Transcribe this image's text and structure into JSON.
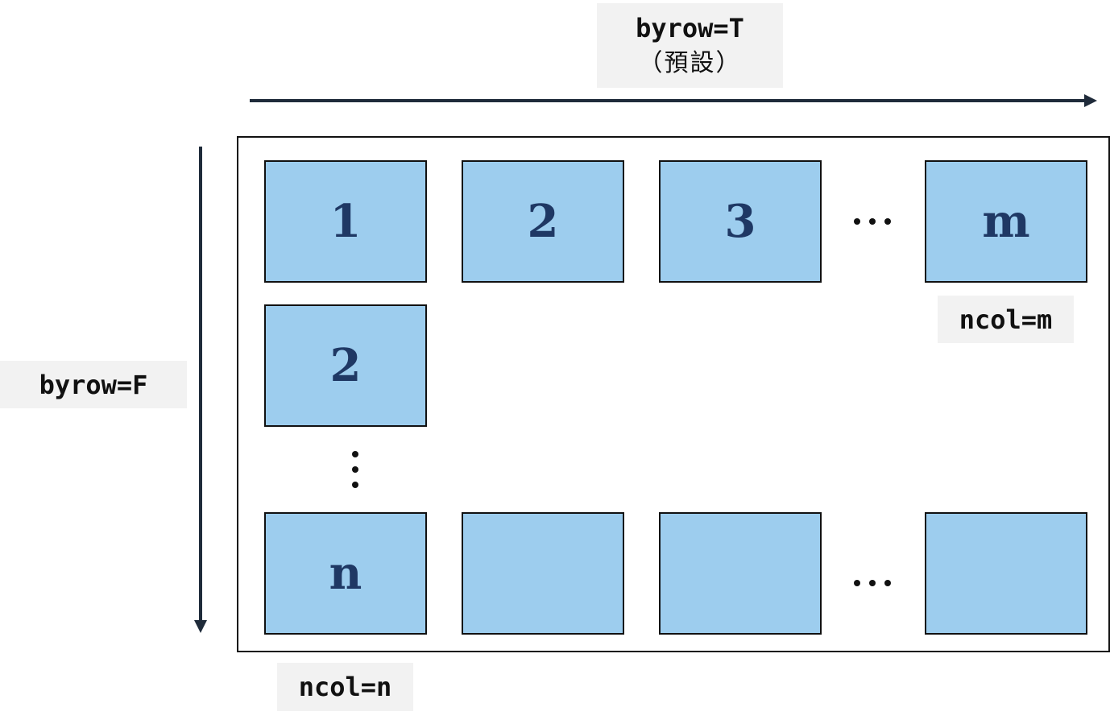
{
  "top_label": {
    "line1": "byrow=T",
    "line2": "（預設）"
  },
  "left_label": "byrow=F",
  "ncol_m_label": "ncol=m",
  "ncol_n_label": "ncol=n",
  "cells": {
    "r1c1": "1",
    "r1c2": "2",
    "r1c3": "3",
    "r1cm": "m",
    "r2c1": "2",
    "rnc1": "n",
    "rnc2": "",
    "rnc3": "",
    "rncm": ""
  },
  "colors": {
    "cell_fill": "#9dcdee",
    "cell_text": "#1f3864",
    "arrow": "#1f2b3a",
    "label_bg": "#f2f2f2"
  }
}
